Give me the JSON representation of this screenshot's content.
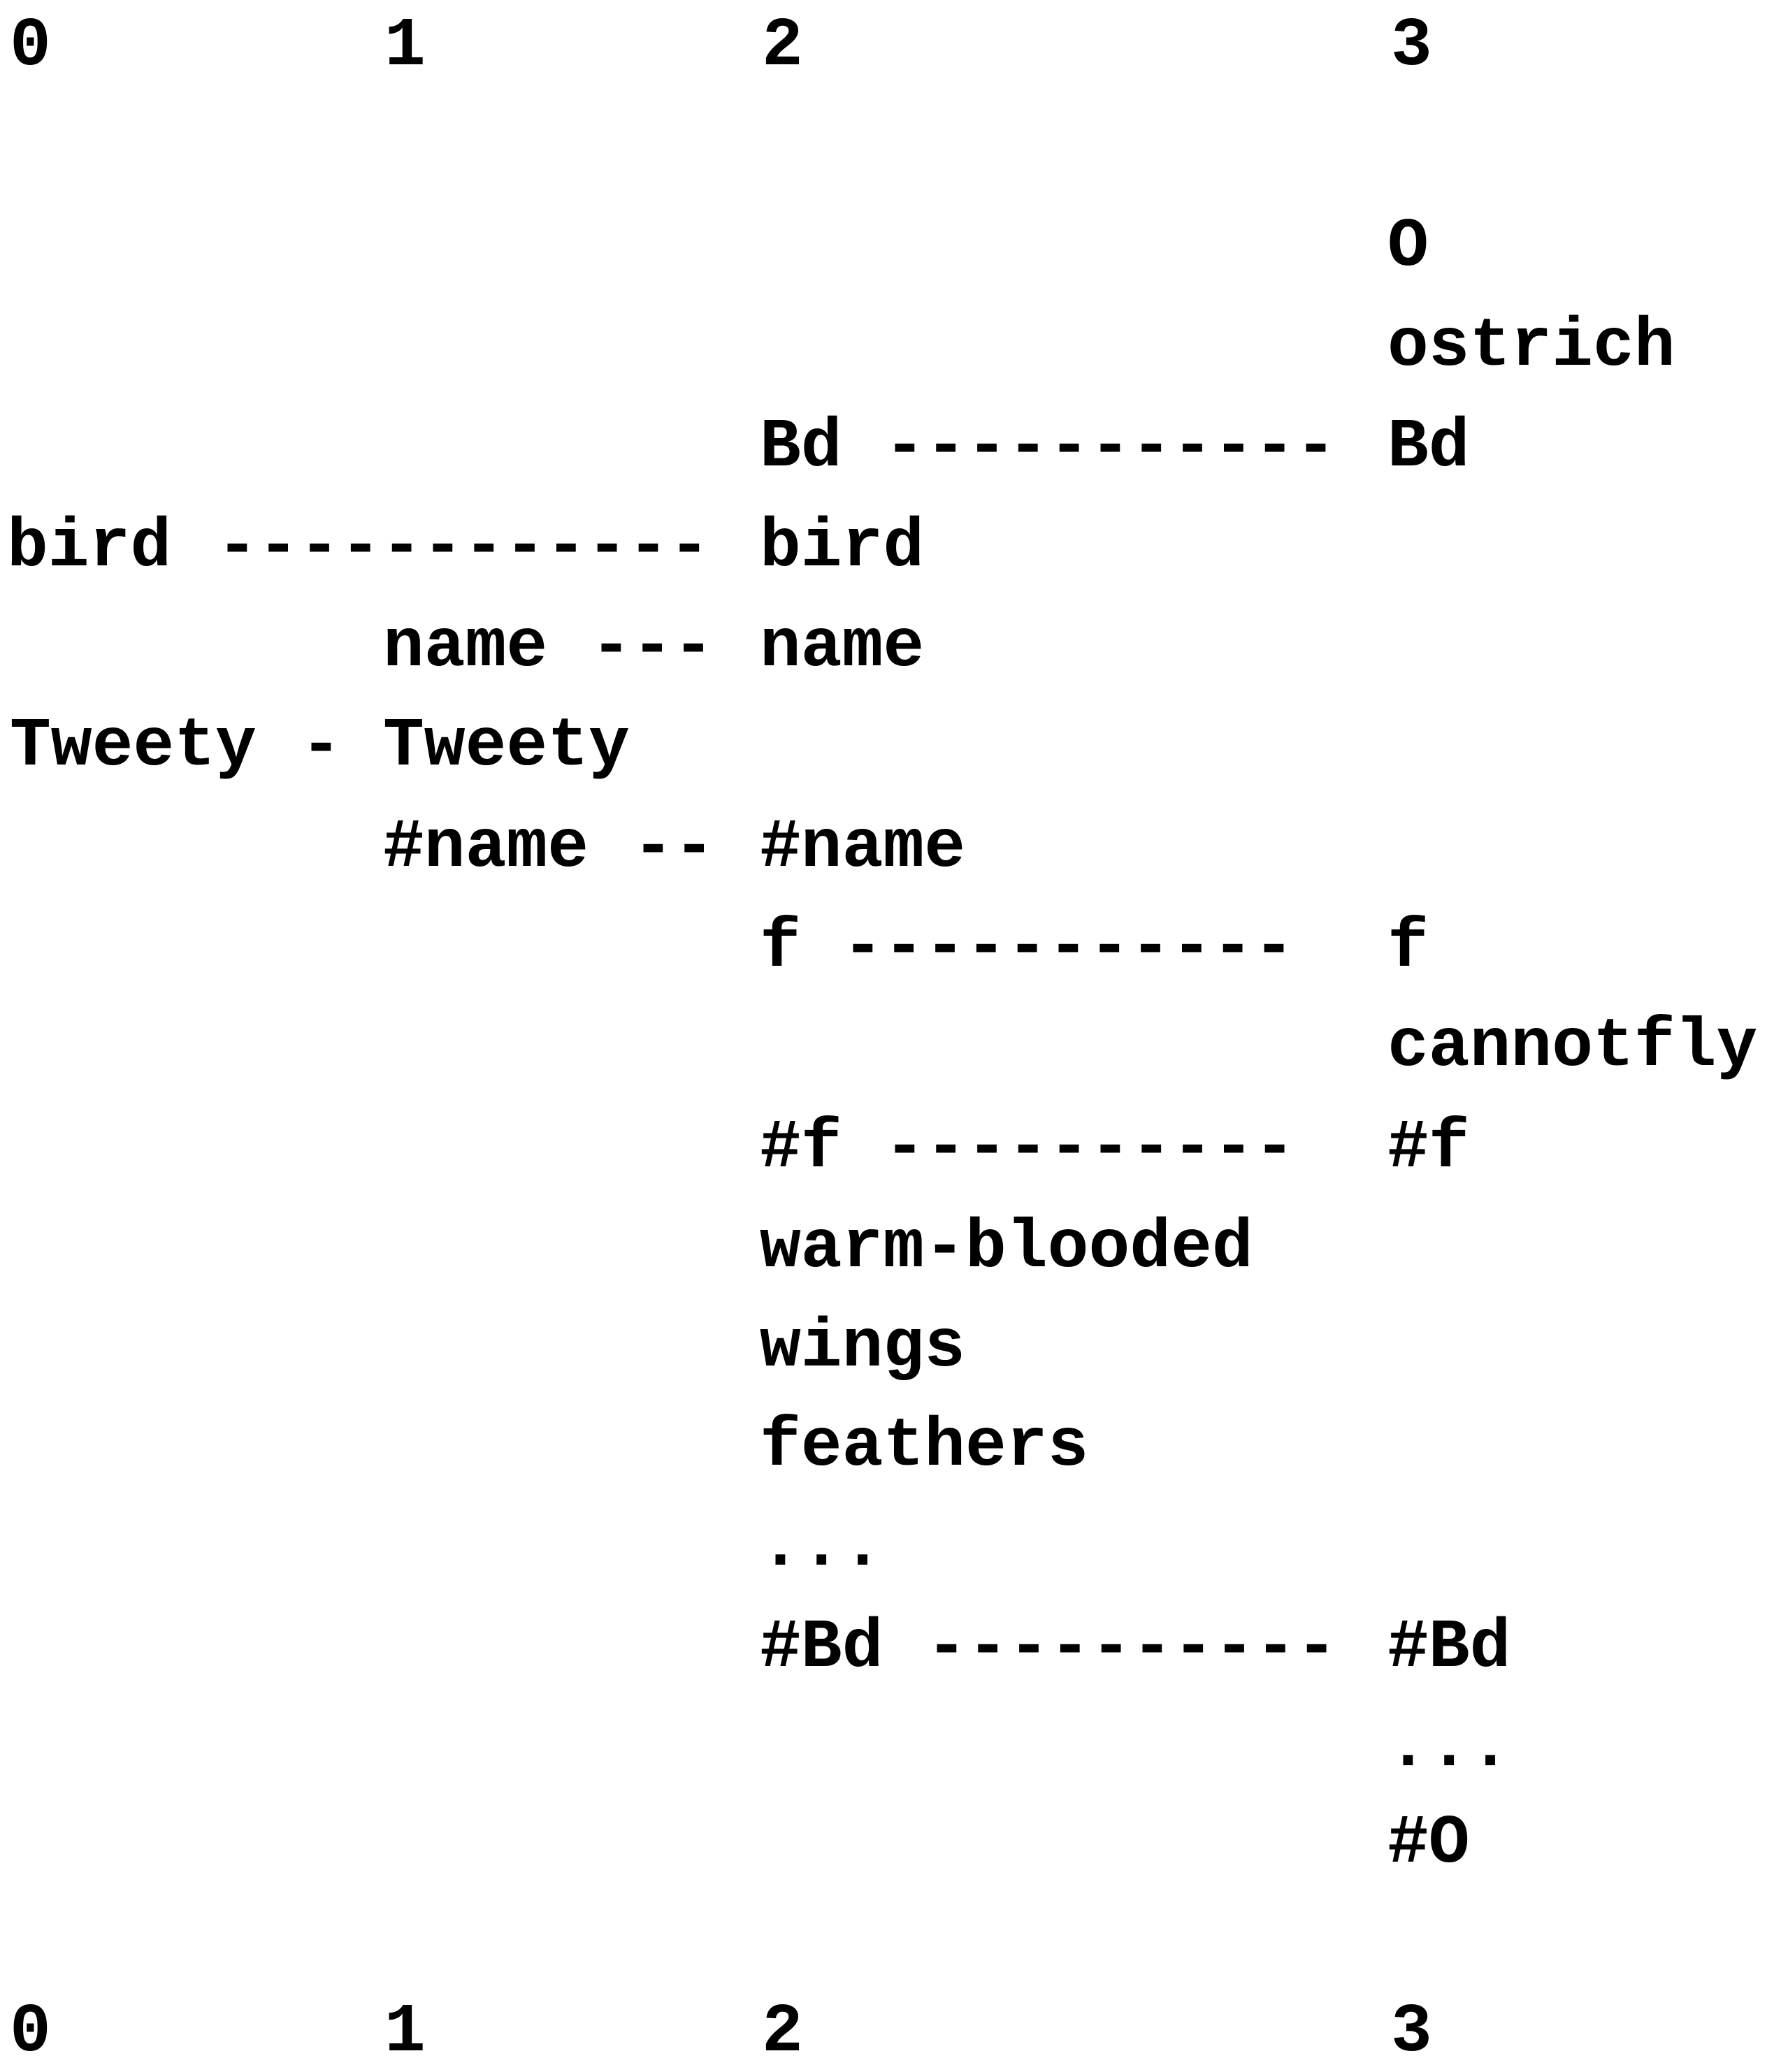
{
  "column_labels_top": [
    "0",
    "1",
    "2",
    "3"
  ],
  "rows": [
    {
      "id": "o",
      "left": null,
      "link": null,
      "right": "O"
    },
    {
      "id": "ostrich",
      "left": null,
      "link": null,
      "right": "ostrich"
    },
    {
      "id": "bd",
      "left": "Bd",
      "link": "-----------",
      "right": "Bd"
    },
    {
      "id": "bird",
      "left": "bird",
      "link": "------------",
      "right": "bird"
    },
    {
      "id": "name",
      "left": "name",
      "link": "---",
      "right": "name"
    },
    {
      "id": "tweety",
      "left": "Tweety",
      "link": "-",
      "right": "Tweety"
    },
    {
      "id": "hash-name",
      "left": "#name",
      "link": "--",
      "right": "#name"
    },
    {
      "id": "f",
      "left": "f",
      "link": "-----------",
      "right": "f"
    },
    {
      "id": "cannotfly",
      "left": null,
      "link": null,
      "right": "cannotfly"
    },
    {
      "id": "hash-f",
      "left": "#f",
      "link": "----------",
      "right": "#f"
    },
    {
      "id": "warm",
      "left": null,
      "link": null,
      "right": "warm-blooded"
    },
    {
      "id": "wings",
      "left": null,
      "link": null,
      "right": "wings"
    },
    {
      "id": "feathers",
      "left": null,
      "link": null,
      "right": "feathers"
    },
    {
      "id": "ellipsis-2",
      "left": null,
      "link": null,
      "right": "..."
    },
    {
      "id": "hash-bd",
      "left": "#Bd",
      "link": "----------",
      "right": "#Bd"
    },
    {
      "id": "ellipsis-3",
      "left": null,
      "link": null,
      "right": "..."
    },
    {
      "id": "hash-o",
      "left": null,
      "link": null,
      "right": "#O"
    }
  ],
  "column_labels_bottom": [
    "0",
    "1",
    "2",
    "3"
  ]
}
